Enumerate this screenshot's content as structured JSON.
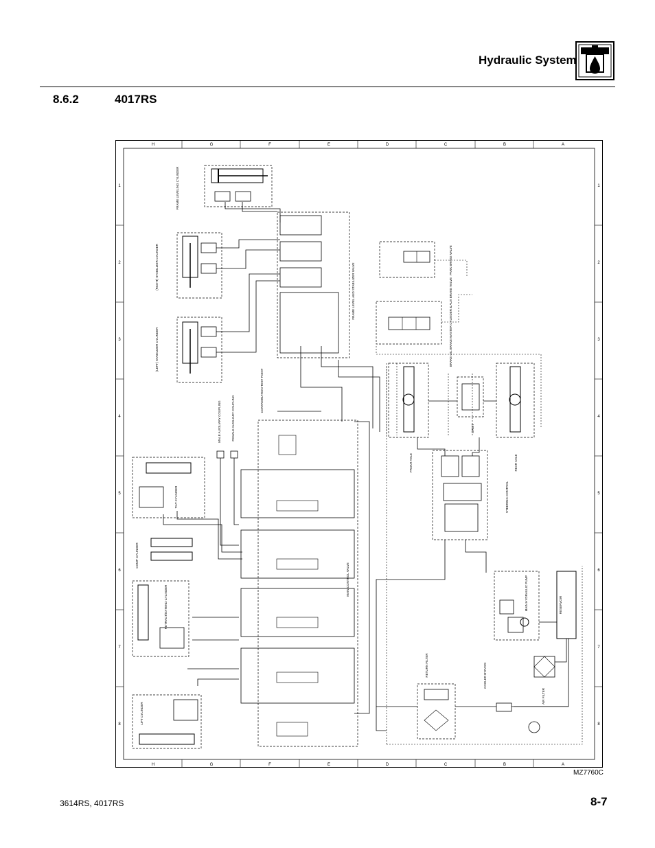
{
  "header": {
    "title": "Hydraulic System",
    "icon": "hydraulic-fluid-icon"
  },
  "section": {
    "number": "8.6.2",
    "title": "4017RS"
  },
  "diagram": {
    "zone_letters": [
      "H",
      "G",
      "F",
      "E",
      "D",
      "C",
      "B",
      "A"
    ],
    "zone_numbers": [
      "1",
      "2",
      "3",
      "4",
      "5",
      "6",
      "7",
      "8"
    ],
    "components": {
      "frame_leveling_cylinder": "FRAME LEVELING CYLINDER",
      "right_stabilizer_cylinder": "(RIGHT) STABILIZER CYLINDER",
      "left_stabilizer_cylinder": "(LEFT) STABILIZER CYLINDER",
      "frame_level_valve": "FRAME LEVEL AND STABILIZER VALVE",
      "park_brake_valve": "PARK BRAKE VALVE",
      "brake_valve": "BRAKE OIL BRAKE MASTER CYLINDER & AUX BRAKE VALVE",
      "contamination_test_point": "CONTAMINATION TEST POINT",
      "male_aux_coupling": "MALE AUXILIARY COUPLING",
      "female_aux_coupling": "FEMALE AUXILIARY COUPLING",
      "tilt_cylinder": "TILT CYLINDER",
      "comp_cylinder": "COMP CYLINDER",
      "retract_extend_cylinder": "RETRACT/EXTEND CYLINDER",
      "lift_cylinder": "LIFT CYLINDER",
      "main_control_valve": "MAIN CONTROL VALVE",
      "front_axle": "FRONT AXLE",
      "rear_axle": "REAR AXLE",
      "steering_control": "STEERING CONTROL",
      "orbit": "ORBIT",
      "return_filter": "RETURN FILTER",
      "cooler_bypass": "COOLER BYPASS",
      "air_filter": "AIR FILTER",
      "reservoir": "RESERVOIR",
      "main_pump": "MAIN HYDRAULIC PUMP"
    },
    "drawing_number": "MZ7760C"
  },
  "footer": {
    "models": "3614RS, 4017RS",
    "page": "8-7"
  }
}
